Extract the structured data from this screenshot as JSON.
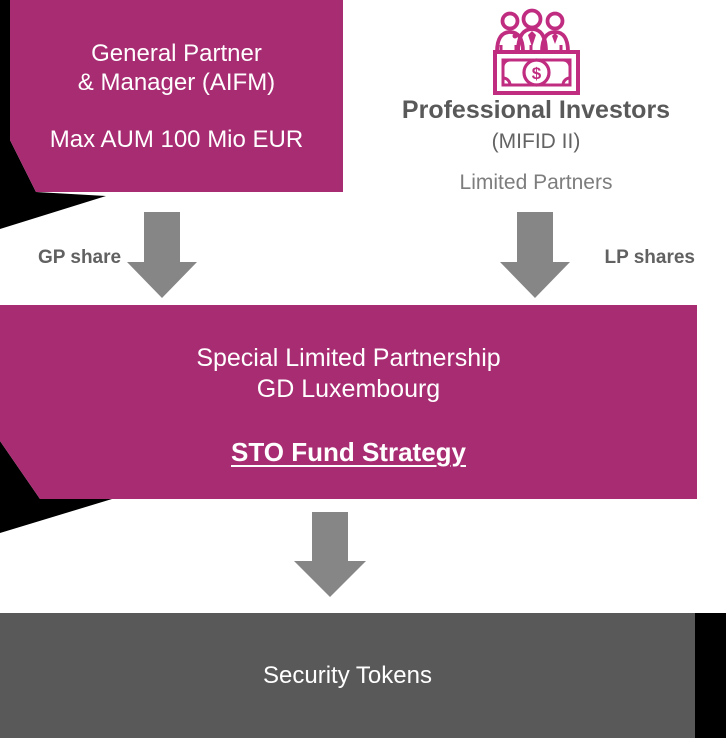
{
  "diagram": {
    "colors": {
      "magenta_box": "#A82C72",
      "icon_pink": "#C02C80",
      "arrow_gray": "#868686",
      "security_box_gray": "#595959",
      "ribbon_black": "#000000",
      "title_text_gray": "#595959",
      "caption_text_gray": "#7d7d7d",
      "box_text_white": "#ffffff"
    },
    "gp_box": {
      "line1": "General Partner",
      "line2": "& Manager (AIFM)",
      "line3": "Max AUM 100 Mio EUR"
    },
    "investors": {
      "icon": "investors-group-money-icon",
      "dollar_sign": "$",
      "title": "Professional Investors",
      "subtitle": "(MIFID II)",
      "caption": "Limited Partners"
    },
    "flows": {
      "gp_share_label": "GP share",
      "lp_shares_label": "LP shares"
    },
    "slp_box": {
      "line1": "Special Limited Partnership",
      "line2": "GD Luxembourg",
      "strategy": "STO Fund Strategy"
    },
    "security_box": {
      "label": "Security Tokens"
    }
  }
}
